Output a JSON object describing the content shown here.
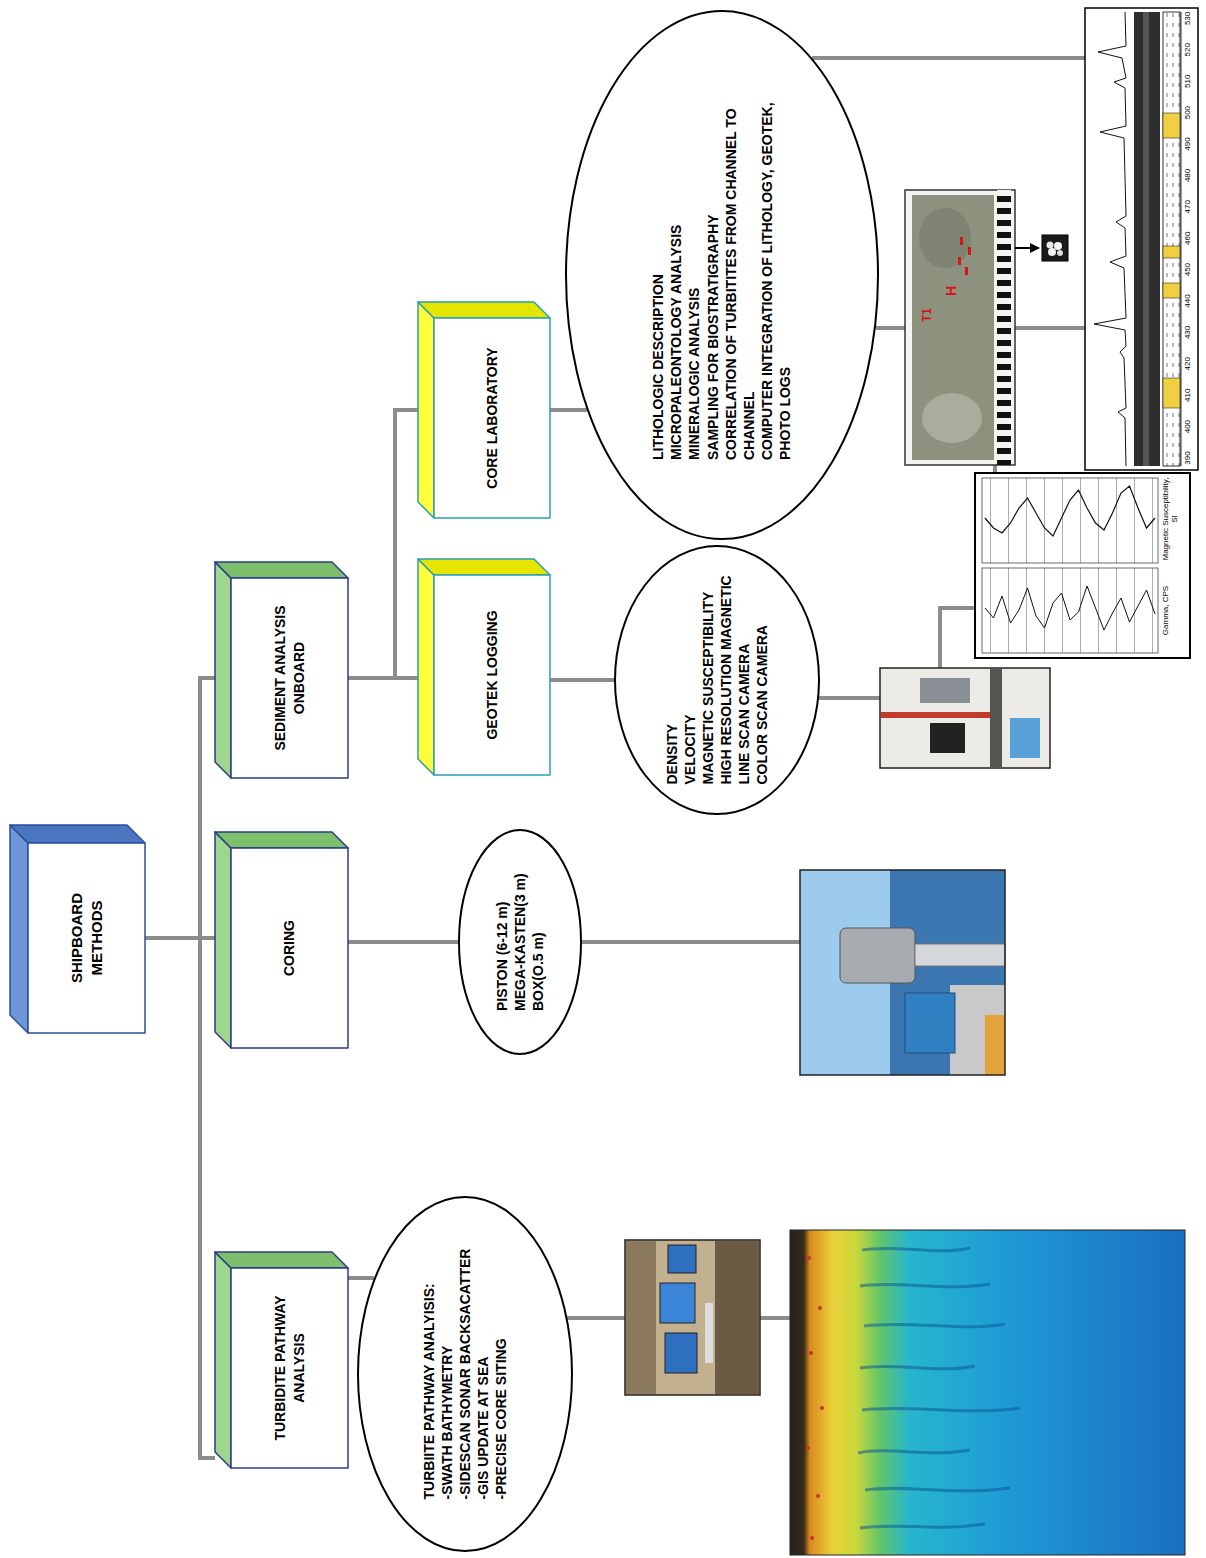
{
  "diagram": {
    "nodes": [
      {
        "text": [
          "SHIPBOARD METHODS"
        ]
      },
      {
        "text": [
          "TURBIDITE PATHWAY ANALYSIS"
        ]
      },
      {
        "text": [
          "CORING"
        ]
      },
      {
        "text": [
          "SEDIMENT ANALYSIS ONBOARD"
        ]
      },
      {
        "text": [
          "GEOTEK LOGGING"
        ]
      },
      {
        "text": [
          "CORE LABORATORY"
        ]
      },
      {
        "text": [
          "TURBIITE PATHWAY ANALYISIS:",
          "-SWATH BATHYMETRY",
          "-SIDESCAN SONAR BACKSACATTER",
          "-GIS UPDATE AT SEA",
          "-PRECISE CORE SITING"
        ]
      },
      {
        "text": [
          "PISTON (6-12 m)",
          "MEGA-KASTEN(3 m)",
          "BOX(O.5 m)"
        ]
      },
      {
        "text": [
          "DENSITY",
          "VELOCITY",
          "MAGNETIC SUSCEPTIBILITY",
          "HIGH RESOLUTION MAGNETIC",
          "LINE SCAN CAMERA",
          "COLOR SCAN CAMERA"
        ]
      },
      {
        "text": [
          "LITHOLOGIC DESCRIPTION",
          "MICROPALEONTOLOGY ANALYSIS",
          "MINERALOGIC ANALYSIS",
          "SAMPLING FOR BIOSTRATIGRAPHY",
          "CORRELATION OF TURBITITES FROM CHANNEL TO CHANNEL",
          "COMPUTER INTEGRATION OF LITHOLOGY, GEOTEK, PHOTO LOGS"
        ]
      }
    ],
    "edges": [
      {
        "from": 0,
        "to": 1,
        "arrow": "none"
      },
      {
        "from": 0,
        "to": 2,
        "arrow": "none"
      },
      {
        "from": 0,
        "to": 3,
        "arrow": "none"
      },
      {
        "from": 3,
        "to": 4,
        "arrow": "none"
      },
      {
        "from": 3,
        "to": 5,
        "arrow": "none"
      },
      {
        "from": 1,
        "to": 6,
        "arrow": "none"
      },
      {
        "from": 2,
        "to": 7,
        "arrow": "none"
      },
      {
        "from": 4,
        "to": 8,
        "arrow": "none"
      },
      {
        "from": 5,
        "to": 9,
        "arrow": "none"
      }
    ],
    "labels": [
      "T1",
      "H",
      "Gamma, CPS",
      "Magnetic Susceptibility, SI",
      "390",
      "400",
      "410",
      "420",
      "430",
      "440",
      "450",
      "460",
      "470",
      "480",
      "490",
      "500",
      "510",
      "520",
      "530"
    ]
  }
}
